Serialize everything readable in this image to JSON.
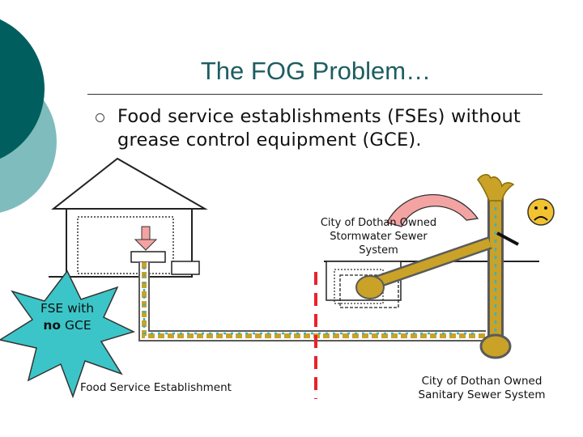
{
  "slide": {
    "title": "The FOG Problem…",
    "bullet": "Food service establishments (FSEs) without grease control equipment (GCE)."
  },
  "diagram": {
    "storm_label_line1": "City of Dothan Owned",
    "storm_label_line2": "Stormwater Sewer",
    "storm_label_line3": "System",
    "fse_label": "Food Service Establishment",
    "sanitary_label_line1": "City of Dothan Owned",
    "sanitary_label_line2": "Sanitary Sewer System",
    "burst_line1": "FSE with",
    "burst_no": "no",
    "burst_gce": " GCE"
  },
  "colors": {
    "teal_dark": "#005f5e",
    "teal_light": "#66b3b4",
    "title": "#1e5d60",
    "grease": "#c9a227",
    "grease_dark": "#8a6d0b",
    "water": "#38b2c8",
    "boundary": "#e8232a",
    "burst": "#3cc5c8",
    "arrow_fill": "#f4a3a3",
    "face": "#f2c230"
  },
  "icons": [
    "sad-face-icon",
    "down-arrow-icon",
    "curved-arrow-icon",
    "starburst-icon",
    "bullet-circle-icon"
  ]
}
